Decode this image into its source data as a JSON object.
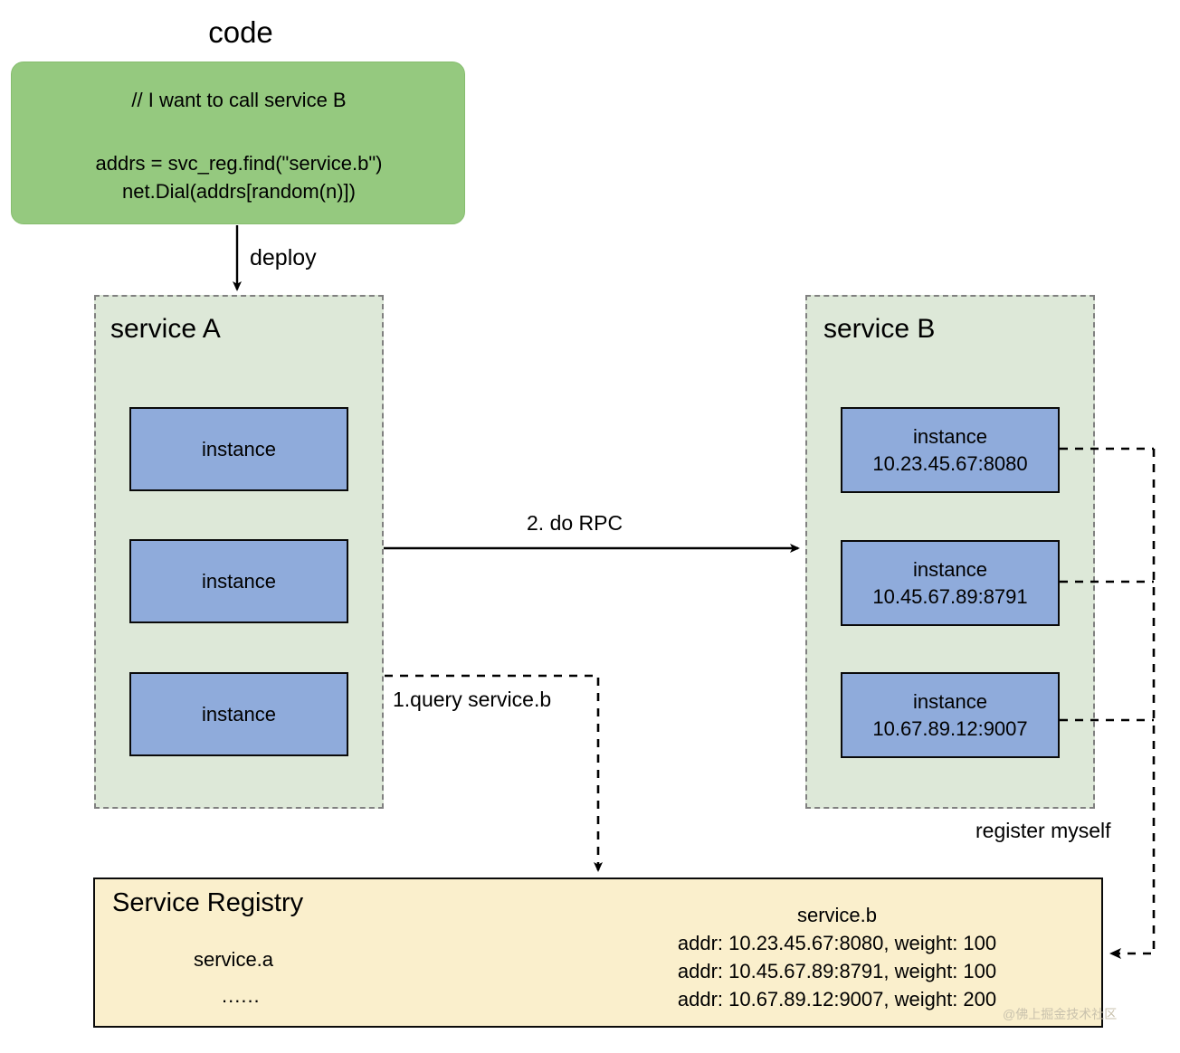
{
  "diagram": {
    "title_code": "code",
    "code_block": {
      "comment": "// I want to call service B",
      "line1": "addrs = svc_reg.find(\"service.b\")",
      "line2": "net.Dial(addrs[random(n)])"
    },
    "edges": {
      "deploy": "deploy",
      "rpc": "2. do RPC",
      "query": "1.query service.b",
      "register": "register myself"
    },
    "service_a": {
      "title": "service A",
      "instances": [
        {
          "label": "instance",
          "addr": ""
        },
        {
          "label": "instance",
          "addr": ""
        },
        {
          "label": "instance",
          "addr": ""
        }
      ]
    },
    "service_b": {
      "title": "service B",
      "instances": [
        {
          "label": "instance",
          "addr": "10.23.45.67:8080"
        },
        {
          "label": "instance",
          "addr": "10.45.67.89:8791"
        },
        {
          "label": "instance",
          "addr": "10.67.89.12:9007"
        }
      ]
    },
    "registry": {
      "title": "Service Registry",
      "service_a_name": "service.a",
      "service_a_more": "......",
      "service_b_name": "service.b",
      "service_b_entries": [
        "addr: 10.23.45.67:8080, weight: 100",
        "addr: 10.45.67.89:8791, weight: 100",
        "addr: 10.67.89.12:9007, weight: 200"
      ]
    },
    "watermark": "@佛上掘金技术社区",
    "colors": {
      "code_green": "#95c97f",
      "service_container_green": "#dde8d8",
      "instance_blue": "#8fabdb",
      "registry_cream": "#faefcc",
      "stroke_black": "#0a0a0a",
      "dash_gray": "#808080"
    }
  }
}
